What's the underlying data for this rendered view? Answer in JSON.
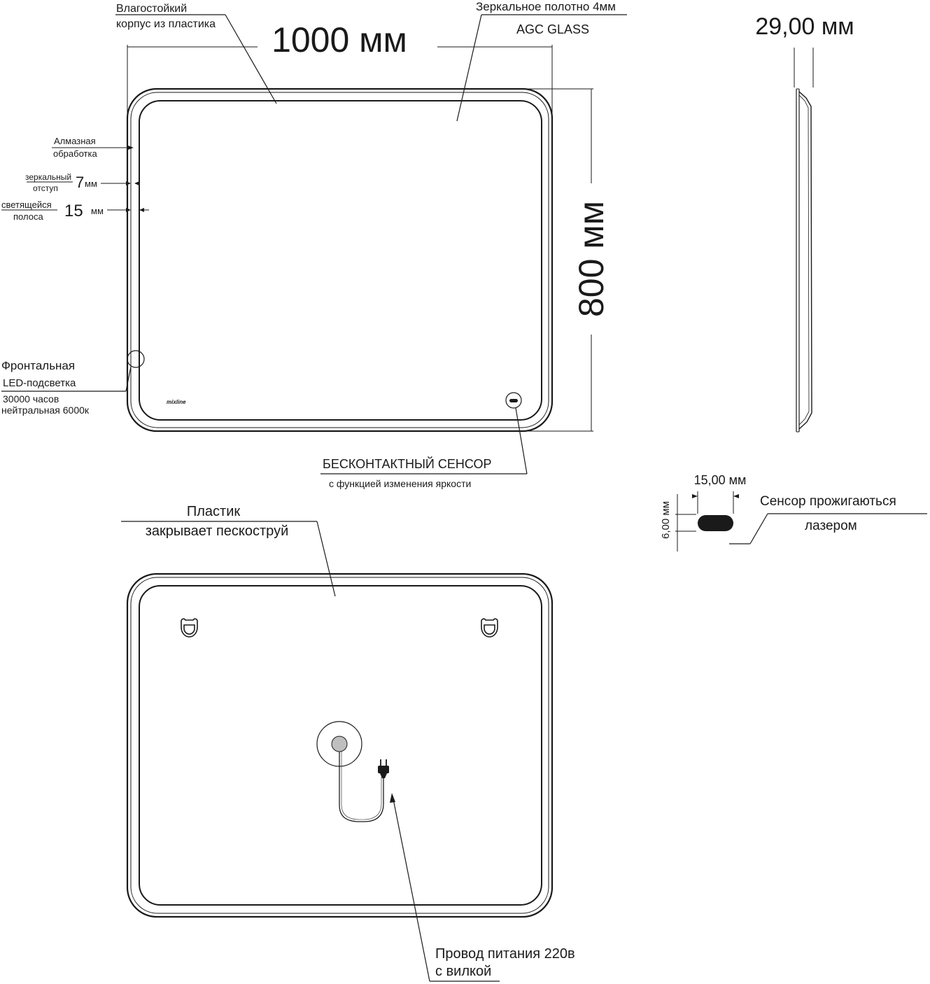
{
  "front": {
    "width_label": "1000 мм",
    "height_label": "800 мм",
    "housing_line1": "Влагостойкий",
    "housing_line2": "корпус из пластика",
    "glass_line1": "Зеркальное  полотно 4мм",
    "glass_line2": "AGC GLASS",
    "diamond_line1": "Алмазная",
    "diamond_line2": "обработка",
    "mirror_offset_line1": "зеркальный",
    "mirror_offset_line2": "отступ",
    "mirror_offset_value": "7",
    "mirror_offset_unit": "мм",
    "strip_line1": "светящейся",
    "strip_line2": "полоса",
    "strip_value": "15",
    "strip_unit": "мм",
    "led_line1": "Фронтальная",
    "led_line2": "LED-подсветка",
    "led_line3": "30000 часов",
    "led_line4": "нейтральная 6000к",
    "brand": "mixline",
    "sensor_line1": "БЕСКОНТАКТНЫЙ СЕНСОР",
    "sensor_line2": "с функцией изменения яркости"
  },
  "side": {
    "depth_label": "29,00 мм"
  },
  "sensor_detail": {
    "width_label": "15,00 мм",
    "height_label": "6,00 мм",
    "note_line1": "Сенсор прожигаються",
    "note_line2": "лазером"
  },
  "back": {
    "plastic_line1": "Пластик",
    "plastic_line2": "закрывает пескоструй",
    "cable_line1": "Провод питания 220в",
    "cable_line2": "с вилкой"
  }
}
